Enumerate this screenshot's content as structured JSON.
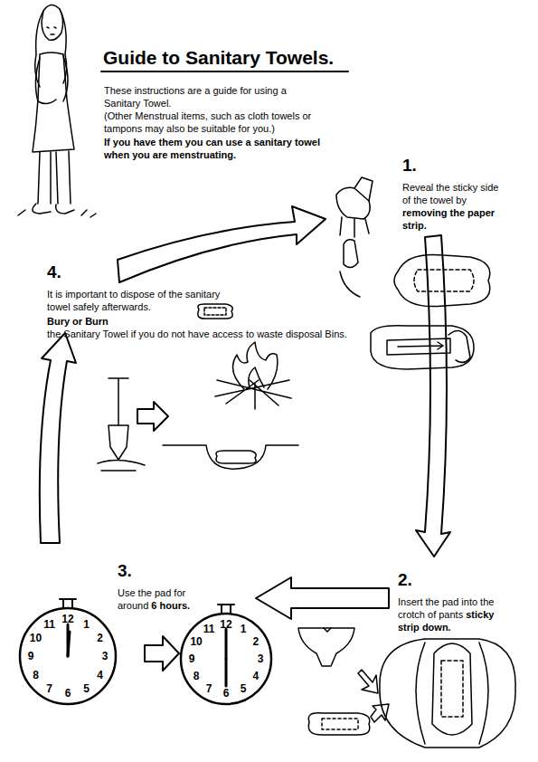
{
  "diagram": {
    "title": "Guide to Sanitary Towels.",
    "labels": [
      "These instructions are a guide for using a Sanitary Towel.",
      "(Other Menstrual items, such as cloth towels or tampons may also be suitable for you.)",
      "If you have them you can use a sanitary towel when you are menstruating.",
      "1.",
      "Reveal the sticky side of the towel by",
      "removing the paper strip.",
      "4.",
      "It is important to dispose of the sanitary towel safely afterwards.",
      "Bury or Burn",
      "the Sanitary Towel if you do not have access to waste disposal Bins.",
      "3.",
      "Use the pad for around",
      "6 hours.",
      "2.",
      "Insert the pad into the crotch of pants",
      "sticky strip down.",
      "12",
      "1",
      "2",
      "3",
      "4",
      "5",
      "6",
      "7",
      "8",
      "9",
      "10",
      "11",
      "12",
      "1",
      "2",
      "3",
      "4",
      "5",
      "6",
      "7",
      "8",
      "9",
      "10",
      "11"
    ]
  }
}
